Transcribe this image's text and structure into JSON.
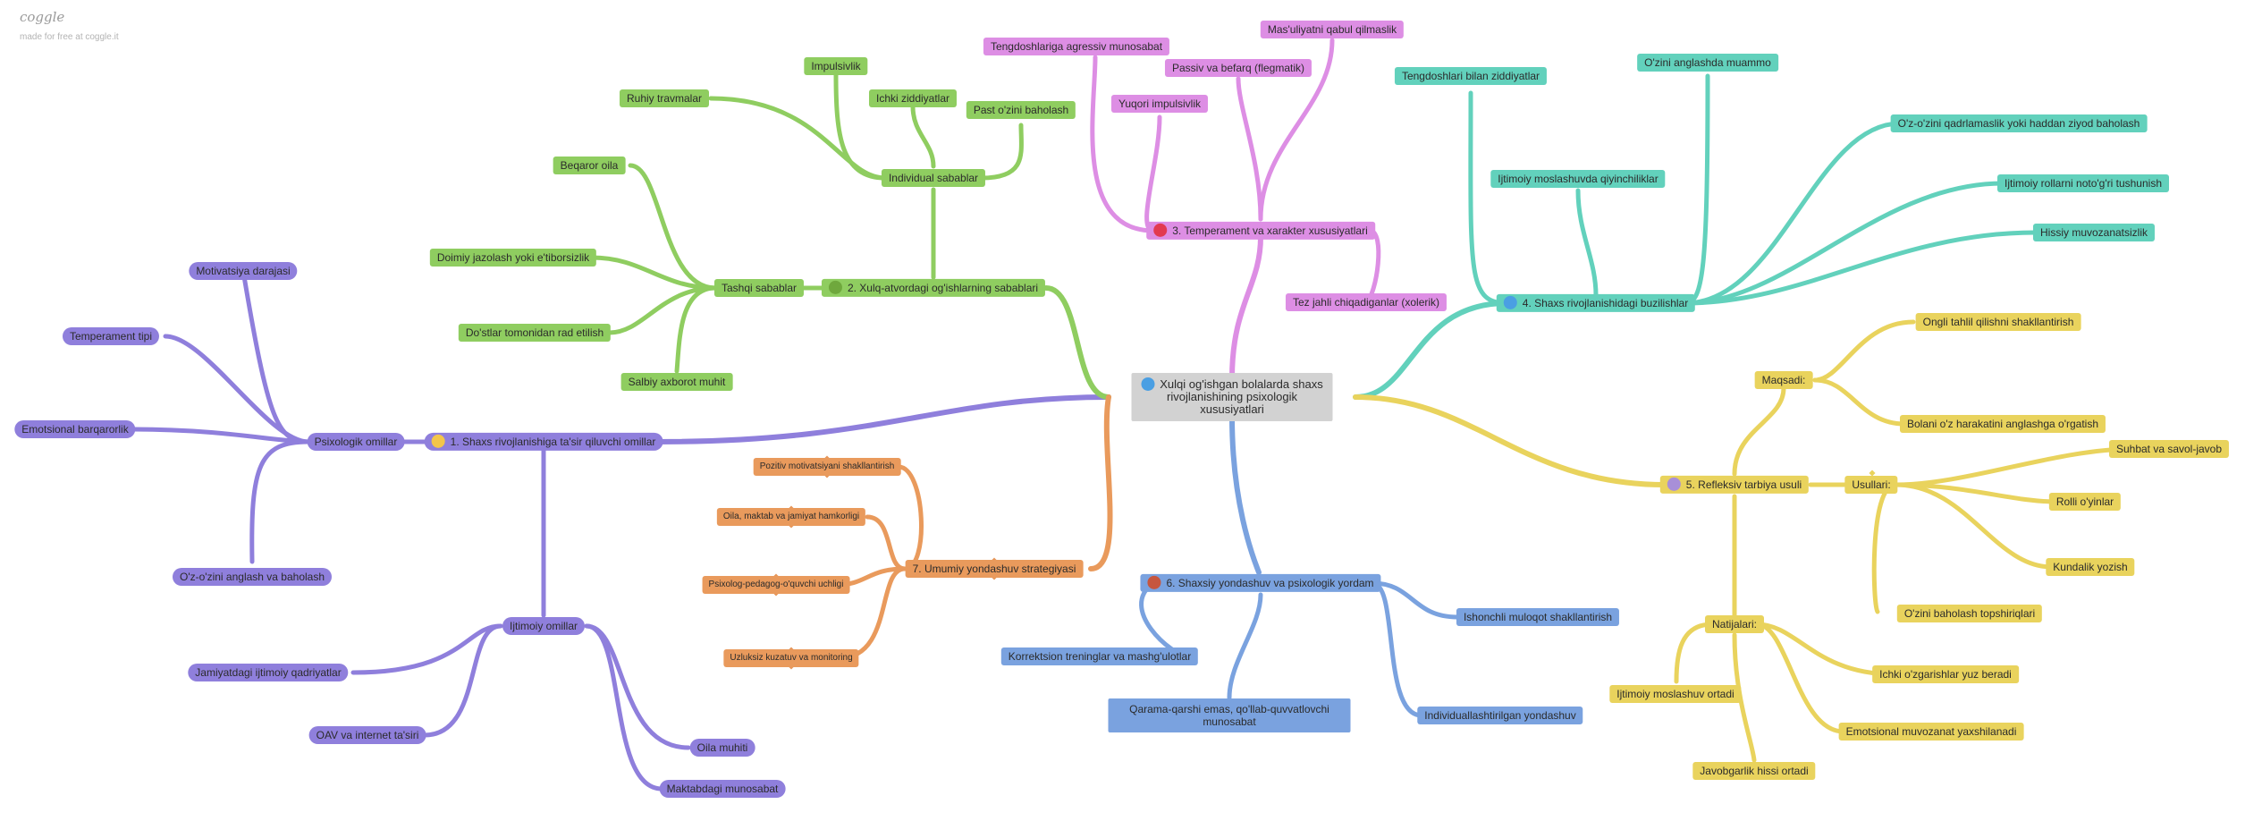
{
  "brand": {
    "logo": "coggle",
    "tagline": "made for free at coggle.it"
  },
  "colors": {
    "purple": "#8f7fdc",
    "green": "#8fcd60",
    "orange": "#e99a5c",
    "pink": "#dd8ee4",
    "teal": "#62d1bc",
    "blue": "#7aa2df",
    "yellow": "#e9d35d",
    "center": "#d2d2d2"
  },
  "root": {
    "label": "Xulqi og'ishgan bolalarda shaxs rivojlanishining psixologik xususiyatlari",
    "dot_color": "#4a9fe3"
  },
  "branches": {
    "b1": {
      "label": "1. Shaxs rivojlanishiga ta'sir qiluvchi omillar",
      "dot_color": "#f3c54a",
      "psixologik": {
        "label": "Psixologik omillar",
        "items": [
          "Motivatsiya darajasi",
          "Temperament tipi",
          "Emotsional barqarorlik",
          "O'z-o'zini anglash va baholash"
        ]
      },
      "ijtimoiy": {
        "label": "Ijtimoiy omillar",
        "items": [
          "Jamiyatdagi ijtimoiy qadriyatlar",
          "OAV va internet ta'siri",
          "Oila muhiti",
          "Maktabdagi munosabat"
        ]
      }
    },
    "b2": {
      "label": "2. Xulq-atvordagi og'ishlarning sabablari",
      "dot_color": "#6fa83d",
      "tashqi": {
        "label": "Tashqi sabablar",
        "items": [
          "Beqaror oila",
          "Doimiy jazolash yoki e'tiborsizlik",
          "Do'stlar tomonidan rad etilish",
          "Salbiy axborot muhit"
        ]
      },
      "individual": {
        "label": "Individual sabablar",
        "items": [
          "Ruhiy travmalar",
          "Impulsivlik",
          "Ichki ziddiyatlar",
          "Past o'zini baholash"
        ]
      }
    },
    "b3": {
      "label": "3. Temperament va xarakter xususiyatlari",
      "dot_color": "#e23a50",
      "items": [
        "Tengdoshlariga agressiv munosabat",
        "Mas'uliyatni qabul qilmaslik",
        "Passiv va befarq (flegmatik)",
        "Yuqori impulsivlik",
        "Tez jahli chiqadiganlar (xolerik)"
      ]
    },
    "b4": {
      "label": "4. Shaxs rivojlanishidagi buzilishlar",
      "dot_color": "#4a9fe3",
      "items": [
        "Tengdoshlari bilan ziddiyatlar",
        "O'zini anglashda muammo",
        "O'z-o'zini qadrlamaslik yoki haddan ziyod baholash",
        "Ijtimoiy moslashuvda qiyinchiliklar",
        "Ijtimoiy rollarni noto'g'ri tushunish",
        "Hissiy muvozanatsizlik"
      ]
    },
    "b5": {
      "label": "5. Refleksiv tarbiya usuli",
      "dot_color": "#a88fd8",
      "maqsadi": {
        "label": "Maqsadi:",
        "items": [
          "Ongli tahlil qilishni shakllantirish",
          "Bolani o'z harakatini anglashga o'rgatish"
        ]
      },
      "usullari": {
        "label": "Usullari:",
        "items": [
          "Suhbat va savol-javob",
          "Rolli o'yinlar",
          "Kundalik yozish",
          "O'zini baholash topshiriqlari"
        ]
      },
      "natijalari": {
        "label": "Natijalari:",
        "items": [
          "Ijtimoiy moslashuv ortadi",
          "Ichki o'zgarishlar yuz beradi",
          "Emotsional muvozanat yaxshilanadi",
          "Javobgarlik hissi ortadi"
        ]
      }
    },
    "b6": {
      "label": "6. Shaxsiy yondashuv va psixologik yordam",
      "dot_color": "#c6563f",
      "items": [
        "Korrektsion treninglar va mashg'ulotlar",
        "Qarama-qarshi emas, qo'llab-quvvatlovchi munosabat",
        "Ishonchli muloqot shakllantirish",
        "Individuallashtirilgan yondashuv"
      ]
    },
    "b7": {
      "label": "7. Umumiy yondashuv strategiyasi",
      "items": [
        "Pozitiv motivatsiyani shakllantirish",
        "Oila, maktab va jamiyat hamkorligi",
        "Psixolog-pedagog-o'quvchi uchligi",
        "Uzluksiz kuzatuv va monitoring"
      ]
    }
  }
}
